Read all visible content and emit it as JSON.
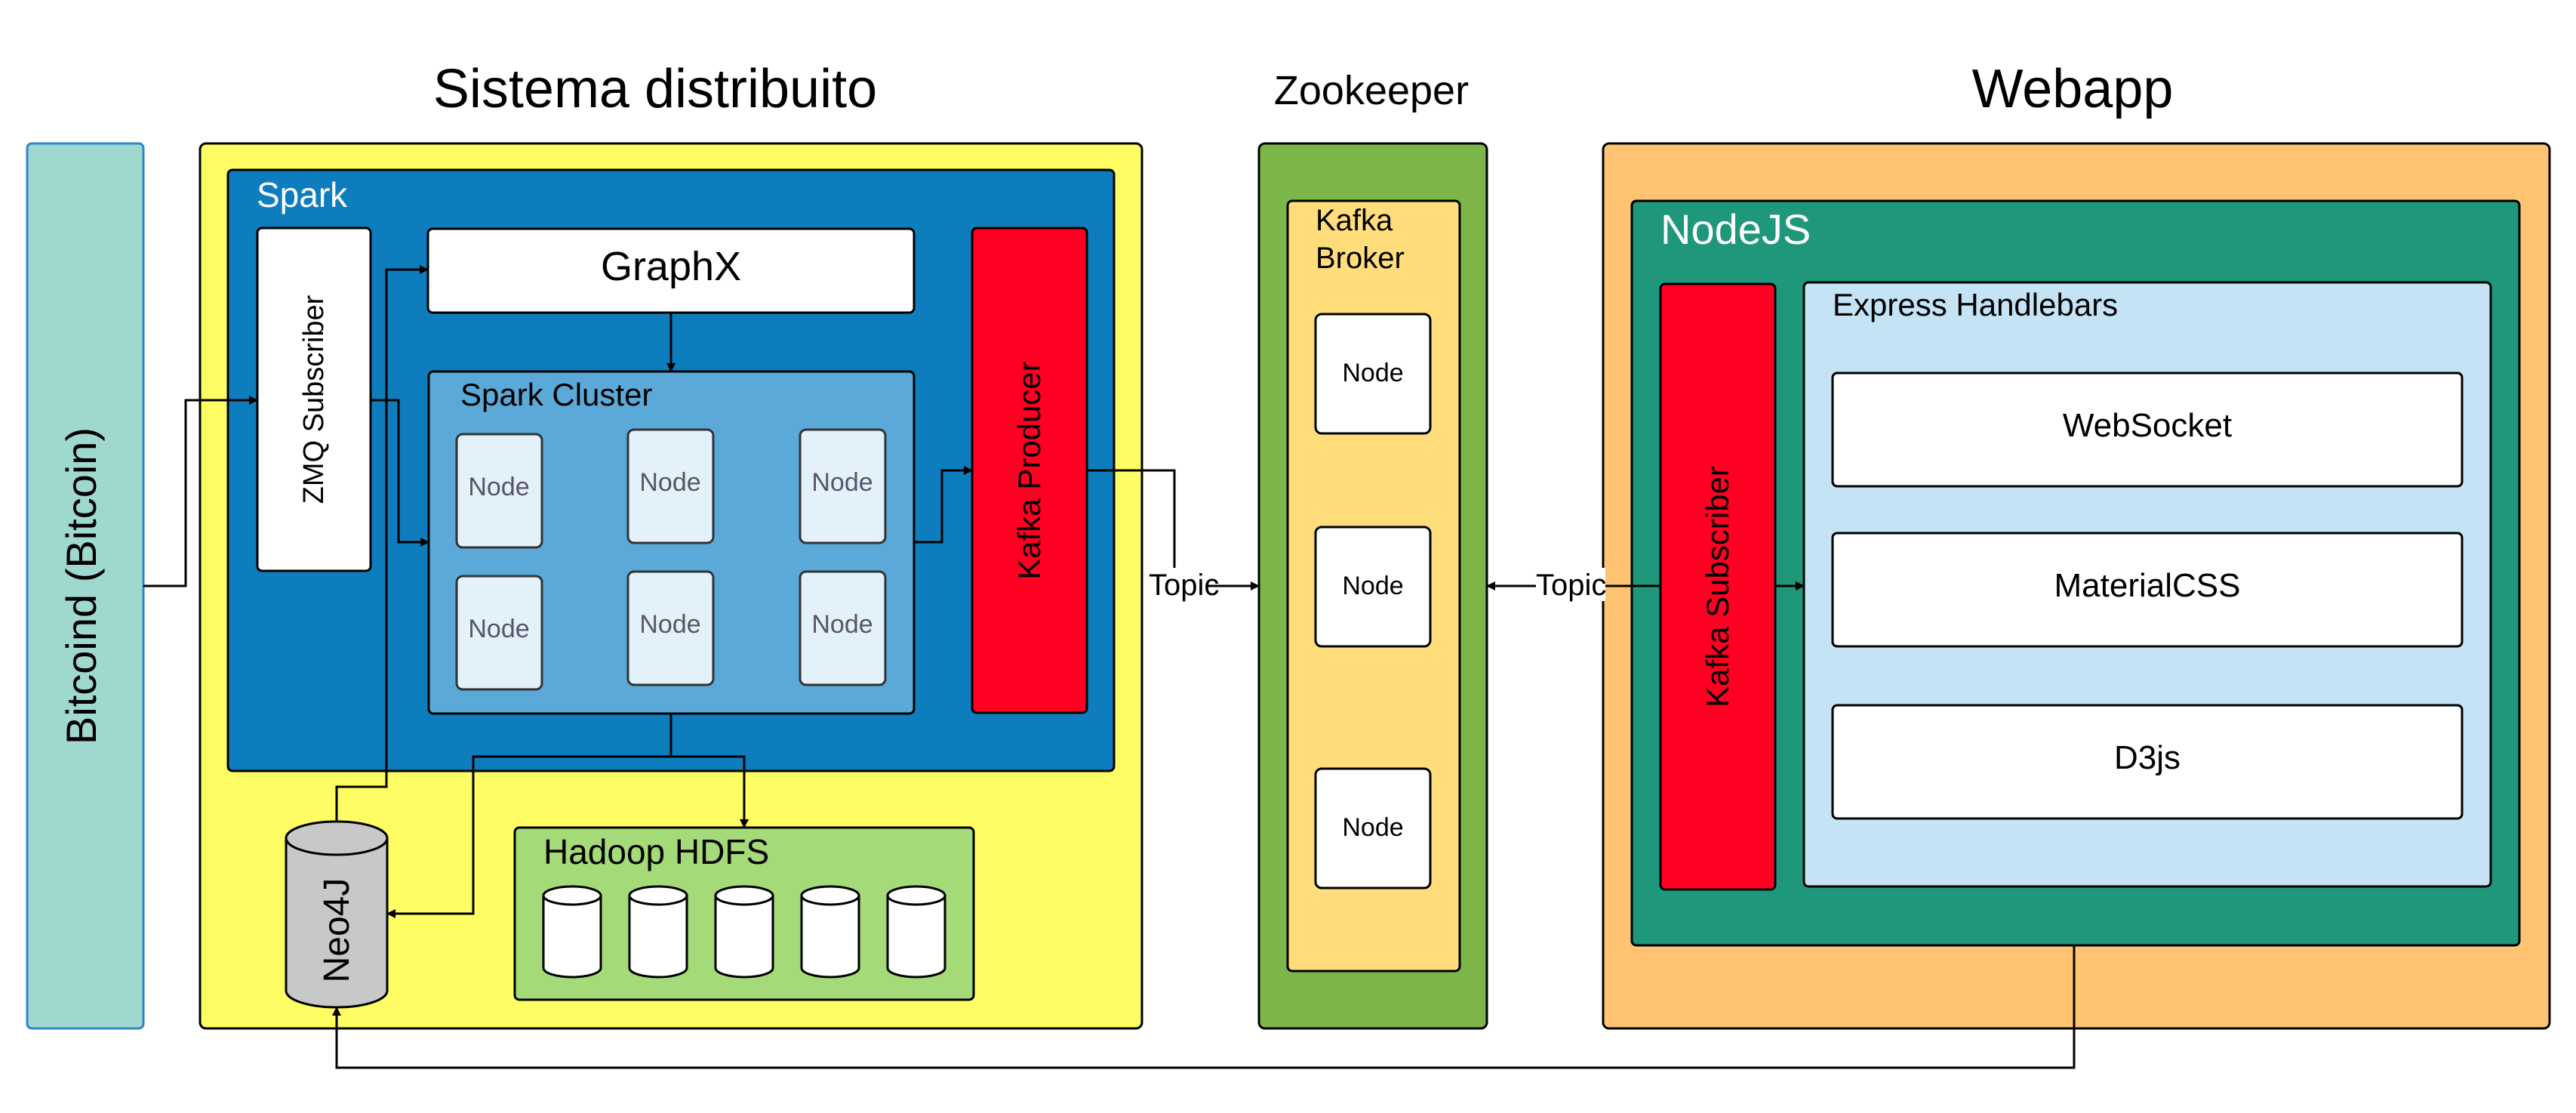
{
  "sections": {
    "sistema": "Sistema distribuito",
    "zookeeper": "Zookeeper",
    "webapp": "Webapp"
  },
  "bitcoind": {
    "label": "Bitcoind (Bitcoin)"
  },
  "spark": {
    "label": "Spark",
    "zmq": "ZMQ Subscriber",
    "graphx": "GraphX",
    "cluster": {
      "label": "Spark Cluster",
      "nodes": [
        "Node",
        "Node",
        "Node",
        "Node",
        "Node",
        "Node"
      ]
    },
    "kafka_producer": "Kafka Producer"
  },
  "neo4j": {
    "label": "Neo4J"
  },
  "hdfs": {
    "label": "Hadoop HDFS",
    "disk_count": 5
  },
  "broker": {
    "label_line1": "Kafka",
    "label_line2": "Broker",
    "nodes": [
      "Node",
      "Node",
      "Node"
    ]
  },
  "topic_left": "Topic",
  "topic_right": "Topic",
  "nodejs": {
    "label": "NodeJS",
    "kafka_subscriber": "Kafka Subscriber",
    "express": {
      "label": "Express Handlebars",
      "items": [
        "WebSocket",
        "MaterialCSS",
        "D3js"
      ]
    }
  },
  "colors": {
    "bitcoind": "#9fd8cf",
    "sistema": "#fffd64",
    "spark": "#0e7dbd",
    "cluster": "#5ba9d8",
    "node": "#e3f1fa",
    "kafka_red": "#ff0022",
    "hdfs": "#a4db78",
    "zookeeper": "#7db648",
    "broker": "#ffdd7a",
    "webapp": "#ffc372",
    "nodejs": "#1e977b",
    "express": "#c4e3f5"
  }
}
